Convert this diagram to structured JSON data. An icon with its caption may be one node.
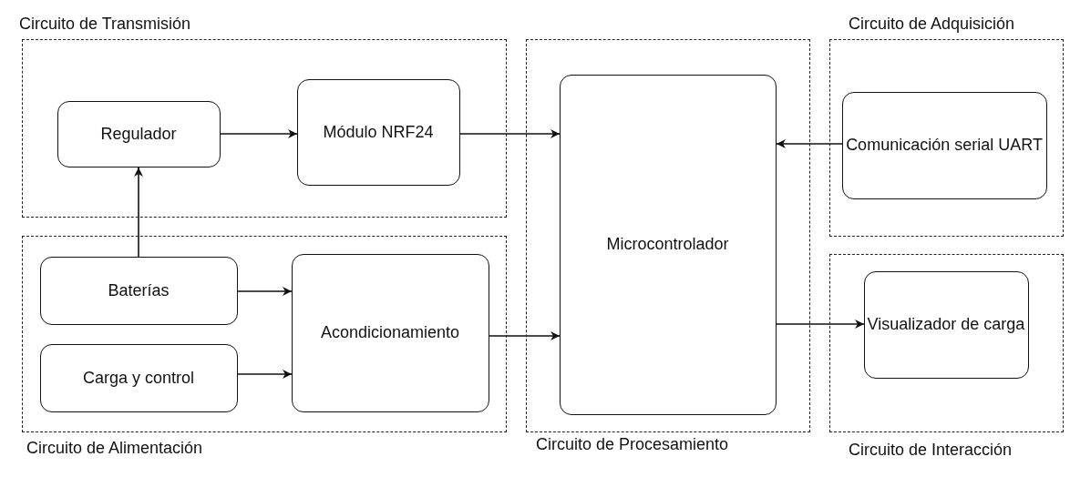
{
  "diagram": {
    "nodes": [
      {
        "text": [
          "Circuito de Transmisión"
        ]
      },
      {
        "text": [
          "Regulador"
        ],
        "in": 0
      },
      {
        "text": [
          "Módulo NRF24"
        ],
        "in": 0
      },
      {
        "text": [
          "Circuito de Alimentación"
        ]
      },
      {
        "text": [
          "Baterías"
        ],
        "in": 3
      },
      {
        "text": [
          "Carga y control"
        ],
        "in": 3
      },
      {
        "text": [
          "Acondicionamiento"
        ],
        "in": 3
      },
      {
        "text": [
          "Circuito de Procesamiento"
        ]
      },
      {
        "text": [
          "Microcontrolador"
        ],
        "in": 7
      },
      {
        "text": [
          "Circuito de Adquisición"
        ]
      },
      {
        "text": [
          "Comunicación serial UART"
        ],
        "in": 9
      },
      {
        "text": [
          "Circuito de Interacción"
        ]
      },
      {
        "text": [
          "Visualizador de carga"
        ],
        "in": 11
      }
    ],
    "edges": [
      {
        "from": 1,
        "to": 2,
        "arrow": "to"
      },
      {
        "from": 2,
        "to": 8,
        "arrow": "to"
      },
      {
        "from": 4,
        "to": 1,
        "arrow": "to"
      },
      {
        "from": 4,
        "to": 6,
        "arrow": "to"
      },
      {
        "from": 5,
        "to": 6,
        "arrow": "to"
      },
      {
        "from": 6,
        "to": 8,
        "arrow": "to"
      },
      {
        "from": 10,
        "to": 8,
        "arrow": "to"
      },
      {
        "from": 8,
        "to": 12,
        "arrow": "to"
      }
    ]
  }
}
